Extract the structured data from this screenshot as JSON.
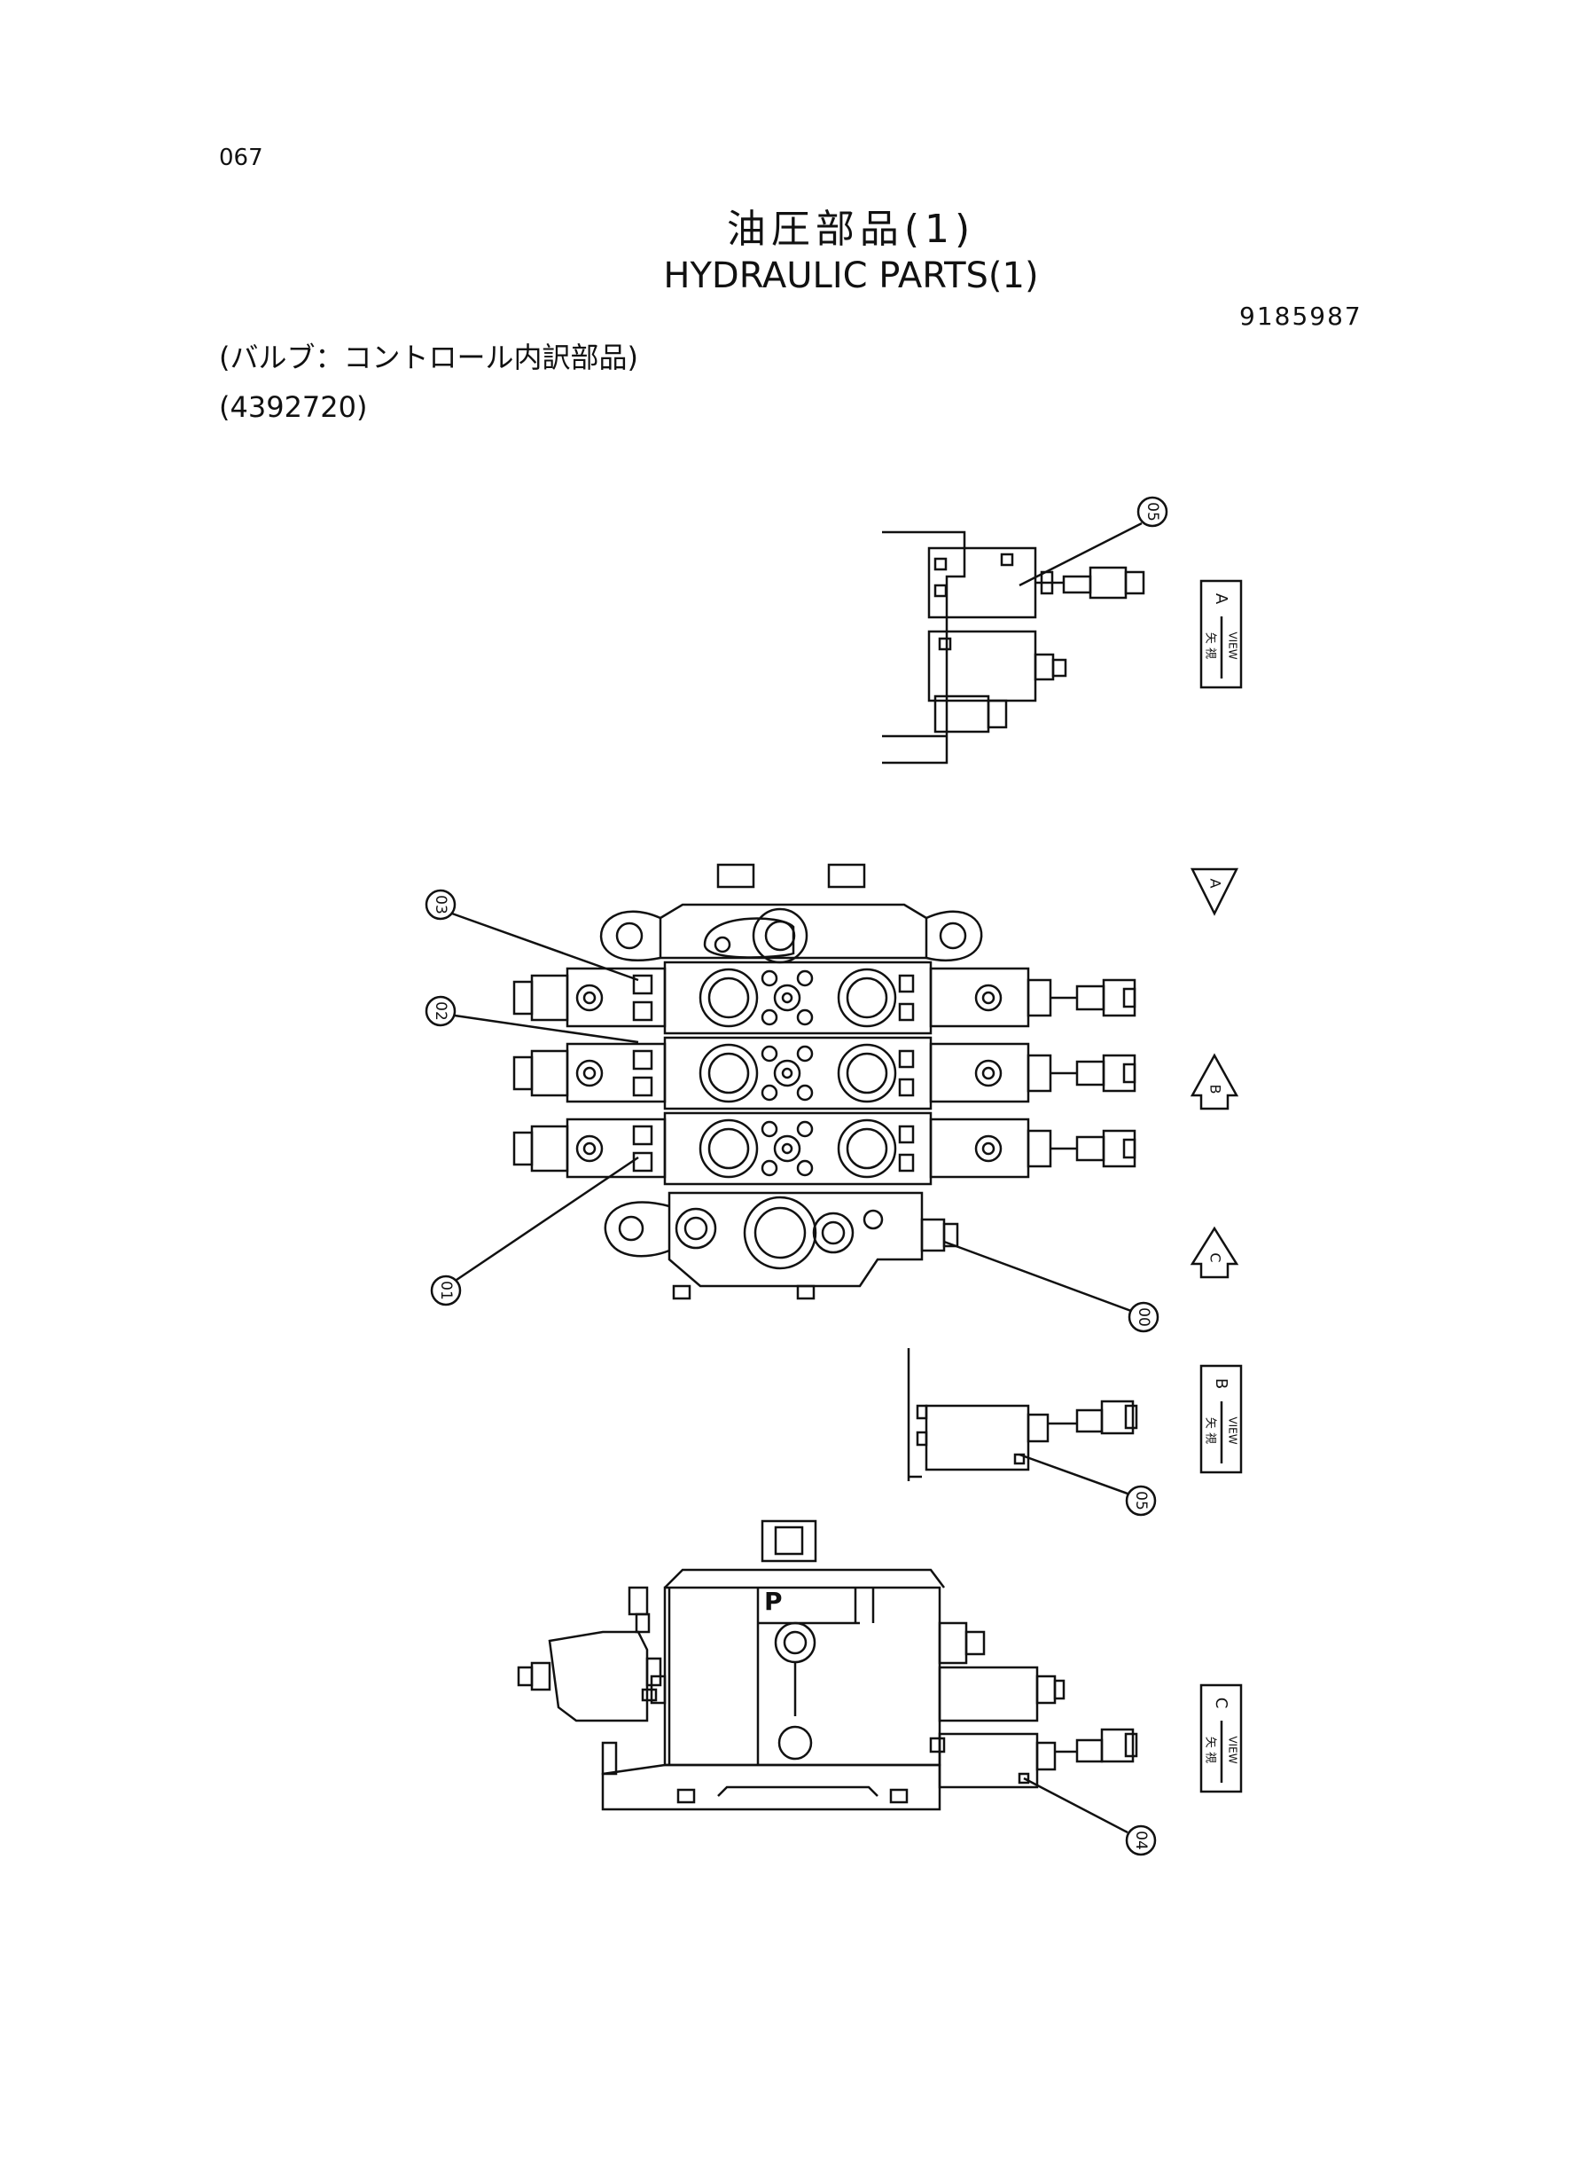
{
  "page": {
    "number": "067",
    "title_jp": "油圧部品(1)",
    "title_en": "HYDRAULIC PARTS(1)",
    "doc_number": "9185987",
    "subtitle_jp": "(バルブ：コントロール内訳部品)",
    "subtitle_part_no": "(4392720)"
  },
  "callouts": [
    "05",
    "03",
    "02",
    "01",
    "00",
    "05",
    "04"
  ],
  "view_labels": [
    {
      "jp": "矢 視",
      "en": "VIEW",
      "letter": "A"
    },
    {
      "jp": "矢 視",
      "en": "VIEW",
      "letter": "B"
    },
    {
      "jp": "矢 視",
      "en": "VIEW",
      "letter": "C"
    }
  ],
  "arrows": [
    "A",
    "B",
    "C"
  ],
  "port_label": "P"
}
